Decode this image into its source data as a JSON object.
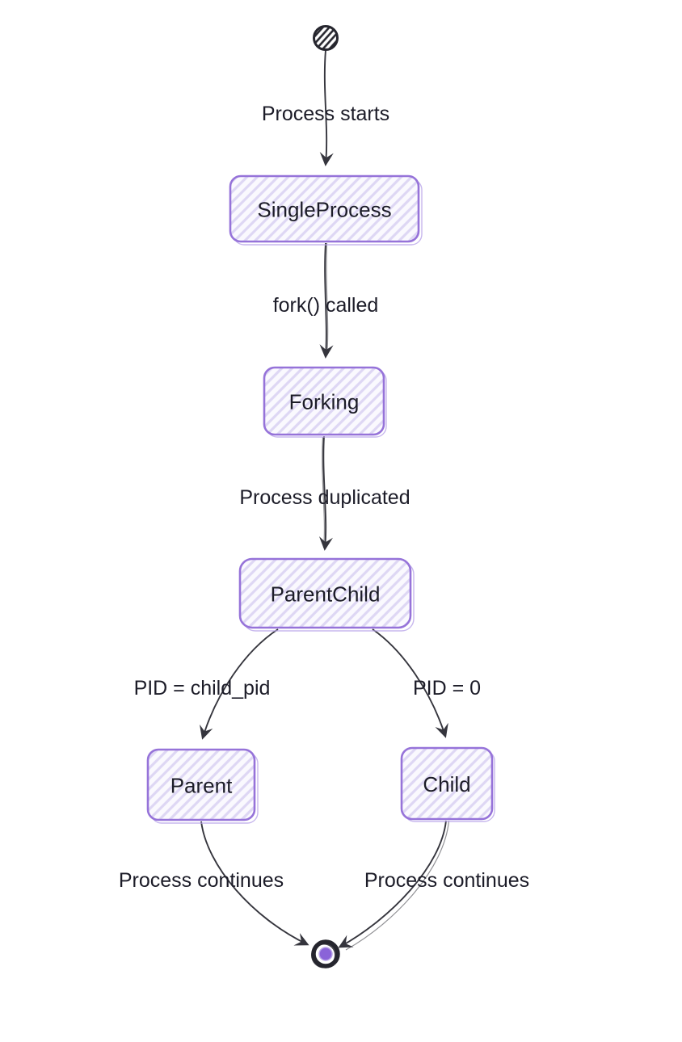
{
  "diagram": {
    "type": "state-diagram",
    "description": "Process fork state diagram",
    "colors": {
      "background": "#ffffff",
      "node_fill_base": "#faf9fe",
      "node_hatch": "#ded7f4",
      "node_border": "#9673d9",
      "text": "#1c1c28",
      "edge": "#35353d",
      "start_node": "#2b2b33",
      "end_node_inner": "#8a63d8"
    },
    "nodes": [
      {
        "id": "start",
        "kind": "initial-state"
      },
      {
        "id": "SingleProcess",
        "label": "SingleProcess"
      },
      {
        "id": "Forking",
        "label": "Forking"
      },
      {
        "id": "ParentChild",
        "label": "ParentChild"
      },
      {
        "id": "Parent",
        "label": "Parent"
      },
      {
        "id": "Child",
        "label": "Child"
      },
      {
        "id": "end",
        "kind": "final-state"
      }
    ],
    "edges": [
      {
        "from": "start",
        "to": "SingleProcess",
        "label": "Process starts"
      },
      {
        "from": "SingleProcess",
        "to": "Forking",
        "label": "fork() called"
      },
      {
        "from": "Forking",
        "to": "ParentChild",
        "label": "Process duplicated"
      },
      {
        "from": "ParentChild",
        "to": "Parent",
        "label": "PID = child_pid"
      },
      {
        "from": "ParentChild",
        "to": "Child",
        "label": "PID = 0"
      },
      {
        "from": "Parent",
        "to": "end",
        "label": "Process continues"
      },
      {
        "from": "Child",
        "to": "end",
        "label": "Process continues"
      }
    ]
  }
}
